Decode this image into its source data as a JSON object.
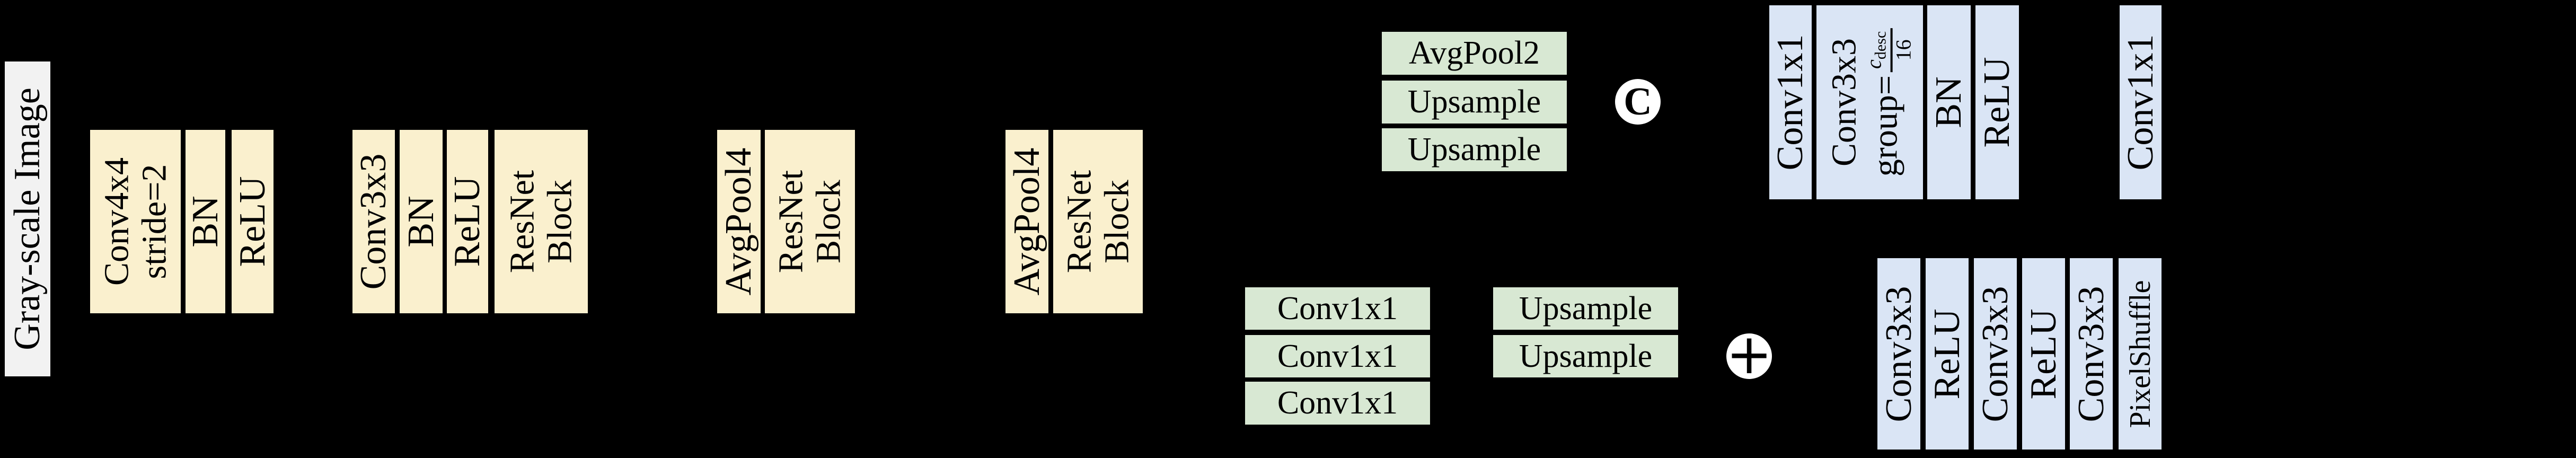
{
  "colors": {
    "background": "#000000",
    "input_block": "#f2f2f2",
    "encoder_block": "#faf0ce",
    "resample_block": "#d8e8d3",
    "head_block": "#dae5f5",
    "operator_bg": "#ffffff",
    "text": "#000000"
  },
  "input": {
    "label": "Gray-scale Image"
  },
  "encoder": {
    "s1_conv_l1": "Conv4x4",
    "s1_conv_l2": "stride=2",
    "s1_bn": "BN",
    "s1_relu": "ReLU",
    "s2_conv": "Conv3x3",
    "s2_bn": "BN",
    "s2_relu": "ReLU",
    "s2_res_l1": "ResNet",
    "s2_res_l2": "Block",
    "s3_pool": "AvgPool4",
    "s3_res_l1": "ResNet",
    "s3_res_l2": "Block",
    "s4_pool": "AvgPool4",
    "s4_res_l1": "ResNet",
    "s4_res_l2": "Block"
  },
  "descriptor_branch": {
    "pool": "AvgPool2",
    "up1": "Upsample",
    "up2": "Upsample",
    "concat_symbol": "C",
    "conv1": "Conv1x1",
    "gconv_l1": "Conv3x3",
    "gconv_prefix": "group=",
    "gconv_num_base": "c",
    "gconv_num_sub": "desc",
    "gconv_den": "16",
    "bn": "BN",
    "relu": "ReLU",
    "out_conv": "Conv1x1"
  },
  "detector_branch": {
    "conv1": "Conv1x1",
    "conv2": "Conv1x1",
    "conv3": "Conv1x1",
    "up1": "Upsample",
    "up2": "Upsample",
    "add_symbol": "+",
    "c1": "Conv3x3",
    "r1": "ReLU",
    "c2": "Conv3x3",
    "r2": "ReLU",
    "c3": "Conv3x3",
    "ps": "PixelShuffle"
  }
}
